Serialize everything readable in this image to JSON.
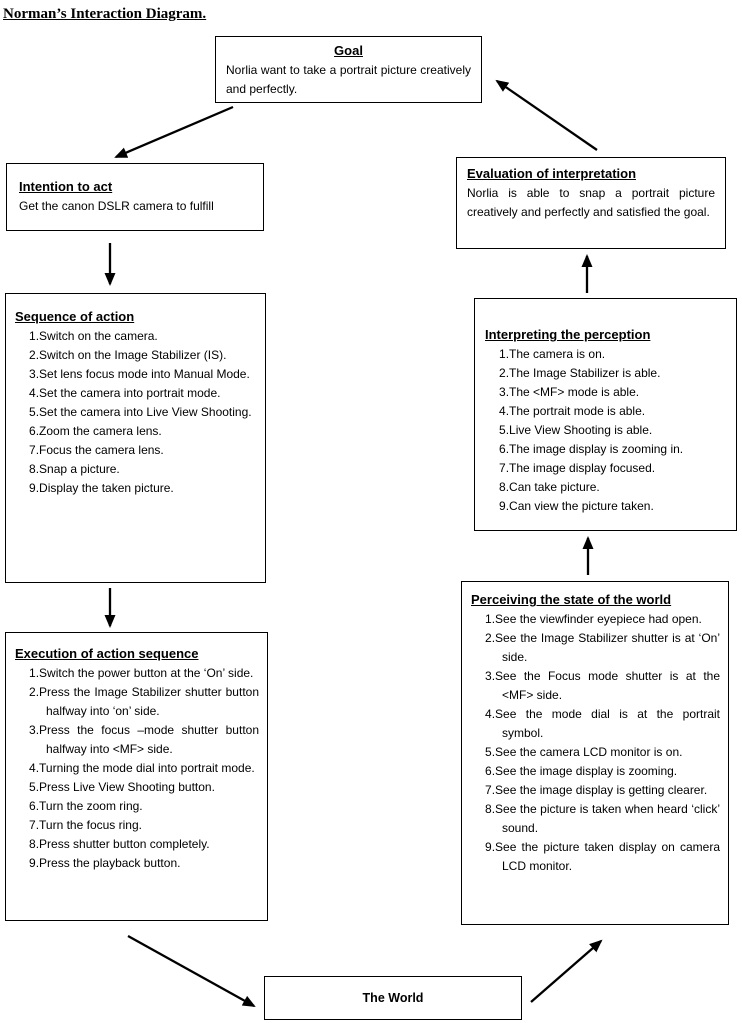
{
  "page_title": "Norman’s Interaction Diagram.",
  "colors": {
    "text": "#000000",
    "border": "#000000",
    "background": "#ffffff"
  },
  "boxes": {
    "goal": {
      "heading": "Goal",
      "body": "Norlia want to take a portrait picture creatively and perfectly."
    },
    "intention": {
      "heading": "Intention to act",
      "body": "Get the canon DSLR camera to fulfill"
    },
    "sequence": {
      "heading": "Sequence of action",
      "items": [
        "Switch on the camera.",
        "Switch on the Image Stabilizer (IS).",
        "Set lens focus mode into Manual Mode.",
        "Set the camera into portrait mode.",
        "Set the camera into Live View Shooting.",
        "Zoom the camera lens.",
        "Focus the camera lens.",
        "Snap a picture.",
        "Display the taken picture."
      ]
    },
    "execution": {
      "heading": "Execution of action sequence",
      "items": [
        "Switch the power button at the ‘On’ side.",
        "Press the Image Stabilizer shutter button halfway into ‘on’ side.",
        "Press the focus –mode shutter button halfway into <MF> side.",
        "Turning the mode dial into portrait mode.",
        "Press Live View Shooting button.",
        "Turn the zoom ring.",
        "Turn the focus ring.",
        "Press shutter button completely.",
        "Press the playback button."
      ]
    },
    "evaluation": {
      "heading": "Evaluation of interpretation",
      "body": "Norlia is able to snap a portrait picture creatively and perfectly and satisfied the goal."
    },
    "interpreting": {
      "heading": "Interpreting the perception",
      "items": [
        "The camera is on.",
        "The Image Stabilizer is able.",
        "The <MF> mode is able.",
        "The portrait mode is able.",
        "Live View Shooting is able.",
        "The image display is zooming in.",
        "The image display focused.",
        "Can take picture.",
        "Can view the picture taken."
      ]
    },
    "perceiving": {
      "heading": "Perceiving the state of the world",
      "items": [
        "See the viewfinder eyepiece had open.",
        "See the Image Stabilizer shutter is at ‘On’ side.",
        "See the Focus mode shutter is at the <MF> side.",
        "See the mode dial is at the portrait symbol.",
        "See the camera LCD monitor is on.",
        "See the image display is zooming.",
        "See the image display is getting clearer.",
        "See the picture is taken when heard ‘click’ sound.",
        "See the picture taken display on camera LCD monitor."
      ]
    },
    "world": {
      "heading": "The World"
    }
  }
}
